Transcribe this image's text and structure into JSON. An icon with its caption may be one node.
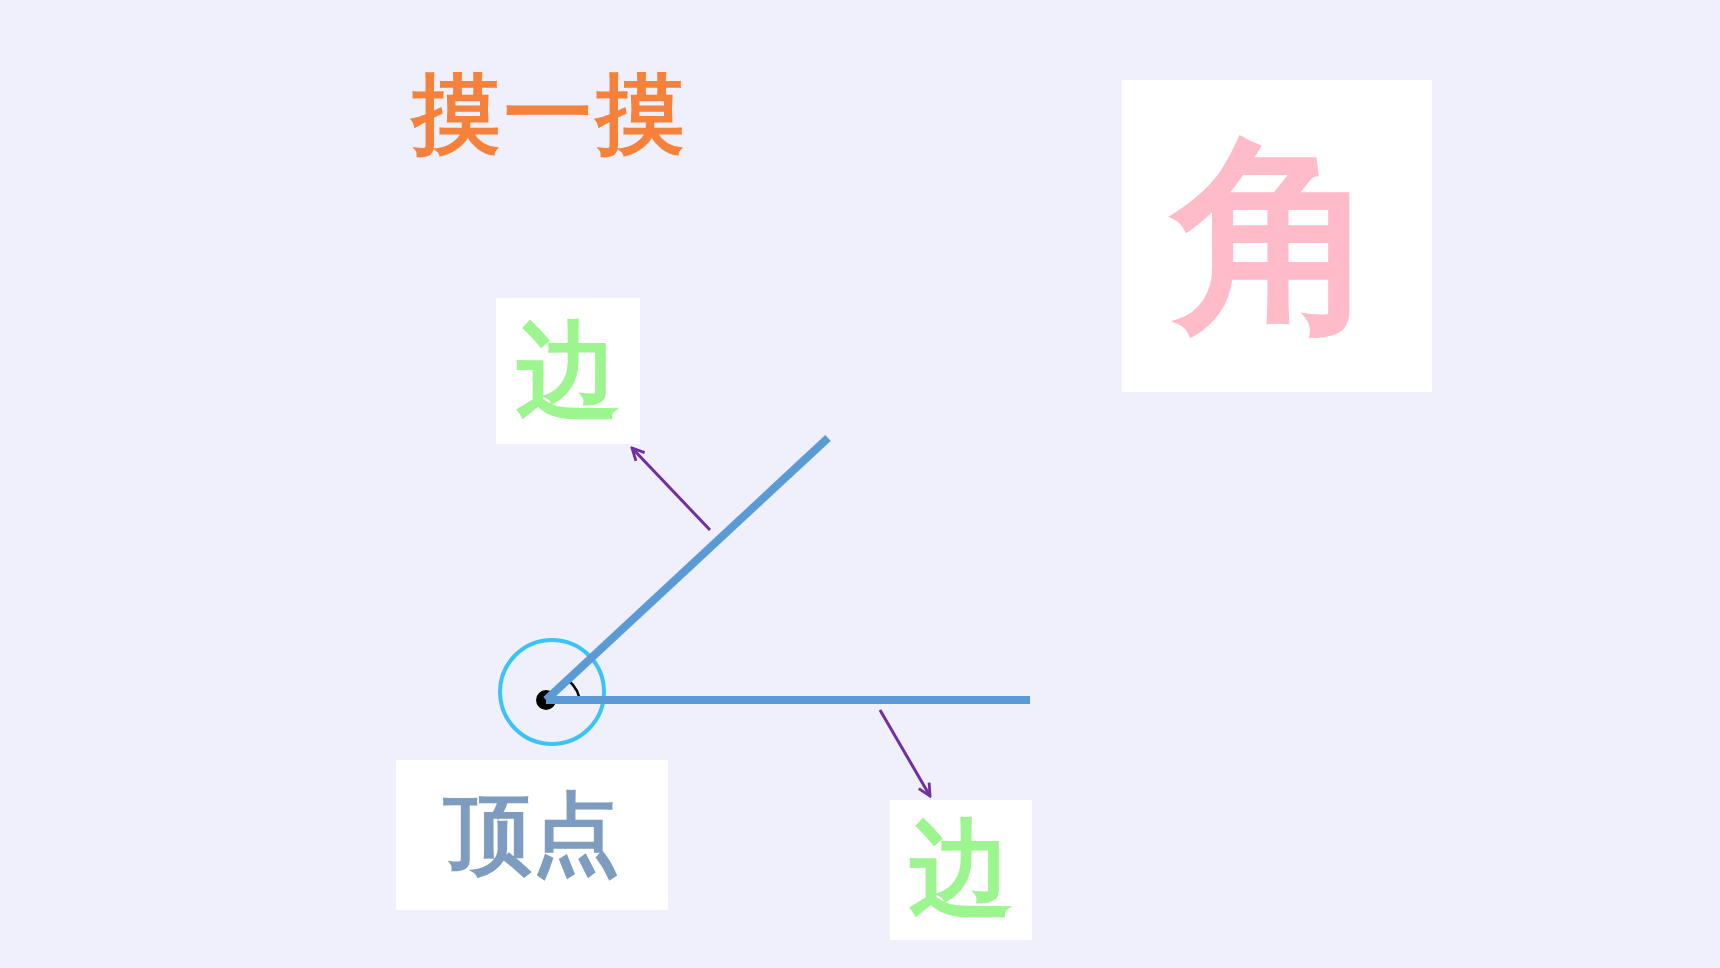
{
  "diagram": {
    "title": "摸一摸",
    "nodes": [
      {
        "text": [
          "角"
        ]
      },
      {
        "text": [
          "边"
        ]
      },
      {
        "text": [
          "边"
        ]
      },
      {
        "text": [
          "顶点"
        ]
      },
      {
        "text": [],
        "shape": "line"
      },
      {
        "text": [],
        "shape": "line"
      }
    ],
    "edges": [
      {
        "from": 4,
        "to": 1,
        "arrow": "to"
      },
      {
        "from": 5,
        "to": 2,
        "arrow": "to"
      }
    ]
  }
}
